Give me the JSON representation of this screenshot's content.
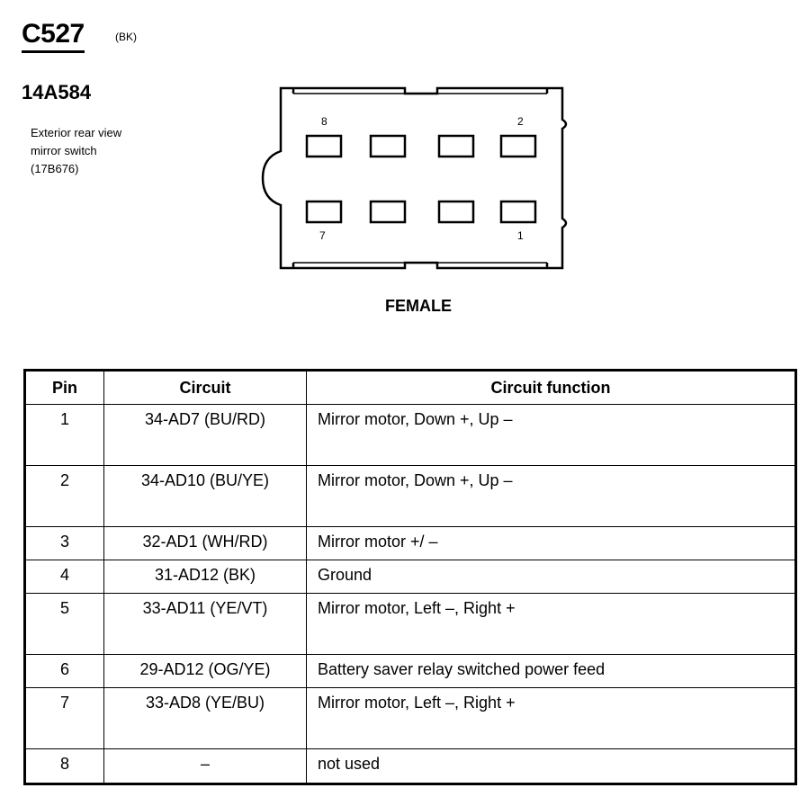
{
  "header": {
    "connector_id": "C527",
    "connector_color": "(BK)",
    "part_number": "14A584",
    "description_lines": [
      "Exterior rear view",
      "mirror switch",
      "(17B676)"
    ]
  },
  "diagram": {
    "gender": "FEMALE",
    "pin_labels": {
      "top_left": "8",
      "top_right": "2",
      "bottom_left": "7",
      "bottom_right": "1"
    }
  },
  "table": {
    "headers": {
      "pin": "Pin",
      "circuit": "Circuit",
      "function": "Circuit function"
    },
    "rows": [
      {
        "pin": "1",
        "circuit": "34-AD7 (BU/RD)",
        "function": "Mirror motor, Down +, Up –"
      },
      {
        "pin": "2",
        "circuit": "34-AD10 (BU/YE)",
        "function": "Mirror motor, Down +, Up –"
      },
      {
        "pin": "3",
        "circuit": "32-AD1 (WH/RD)",
        "function": "Mirror motor +/ –"
      },
      {
        "pin": "4",
        "circuit": "31-AD12 (BK)",
        "function": "Ground"
      },
      {
        "pin": "5",
        "circuit": "33-AD11 (YE/VT)",
        "function": "Mirror motor, Left –, Right +"
      },
      {
        "pin": "6",
        "circuit": "29-AD12 (OG/YE)",
        "function": "Battery saver relay switched power feed"
      },
      {
        "pin": "7",
        "circuit": "33-AD8 (YE/BU)",
        "function": "Mirror motor, Left –, Right +"
      },
      {
        "pin": "8",
        "circuit": "–",
        "function": "not used"
      }
    ]
  }
}
